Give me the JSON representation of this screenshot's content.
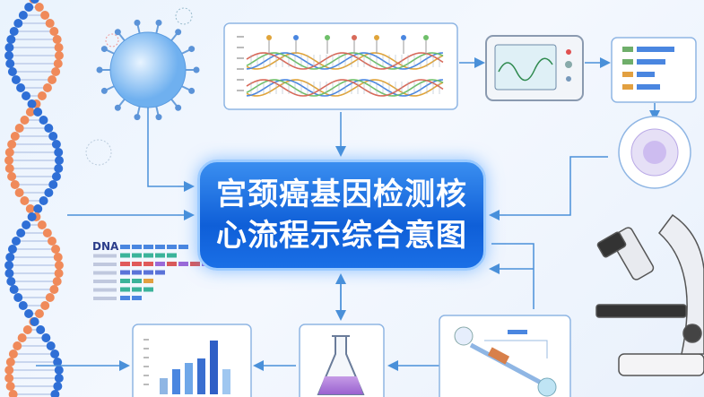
{
  "title": {
    "line1": "宫颈癌基因检测核",
    "line2": "心流程示综合意图"
  },
  "dna_panel": {
    "label": "DNA"
  },
  "colors": {
    "accent": "#1565d8",
    "arrow": "#4a90d9",
    "helix_blue": "#2f6fd6",
    "helix_orange": "#f08a5a"
  }
}
